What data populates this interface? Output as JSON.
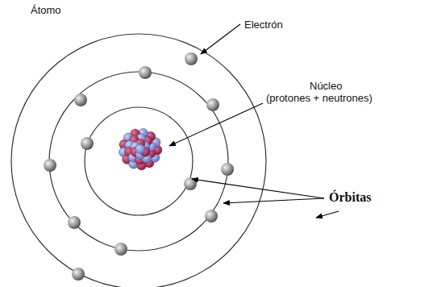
{
  "diagram": {
    "title": "Átomo",
    "labels": [
      "Electrón",
      "Núcleo",
      "(protones + neutrones)",
      "Órbitas"
    ]
  }
}
